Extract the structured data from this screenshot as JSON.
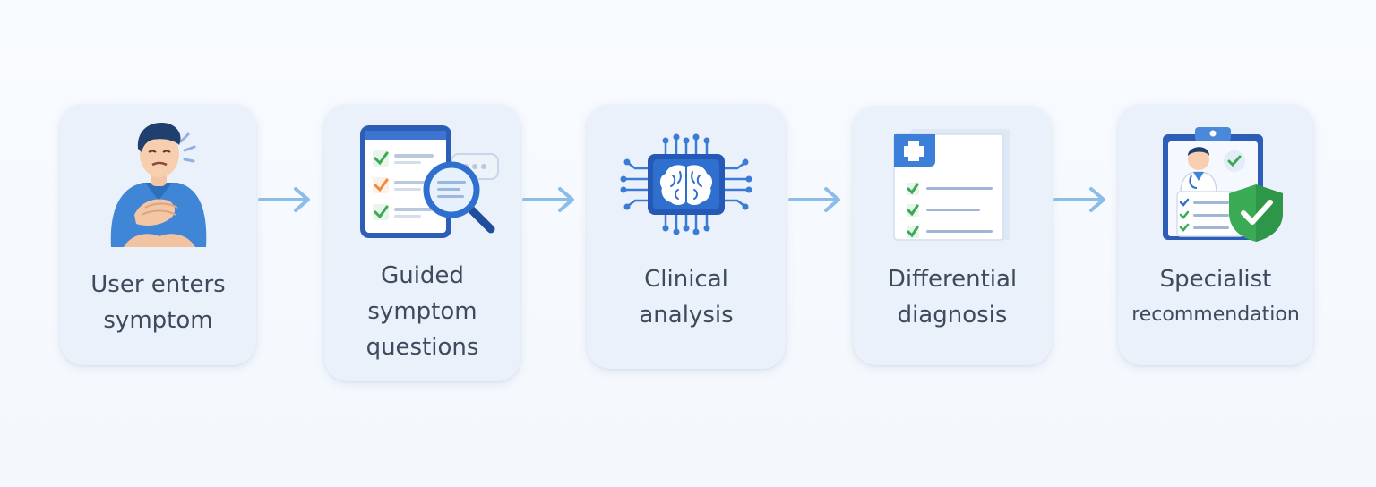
{
  "steps": [
    {
      "lines": [
        "User enters",
        "symptom"
      ],
      "icon": "person-chest-pain-icon"
    },
    {
      "lines": [
        "Guided",
        "symptom",
        "questions"
      ],
      "icon": "phone-checklist-magnifier-icon"
    },
    {
      "lines": [
        "Clinical",
        "analysis"
      ],
      "icon": "ai-brain-chip-icon"
    },
    {
      "lines": [
        "Differential",
        "diagnosis"
      ],
      "icon": "medical-checklist-icon"
    },
    {
      "lines": [
        "Specialist",
        "recommendation"
      ],
      "icon": "doctor-clipboard-shield-icon"
    }
  ],
  "colors": {
    "card": "#eaf1fb",
    "text": "#3f4a5c",
    "accent_blue": "#2f6fce",
    "arrow": "#8cbde8",
    "check_green": "#3aaa55",
    "check_orange": "#f08a3c"
  }
}
